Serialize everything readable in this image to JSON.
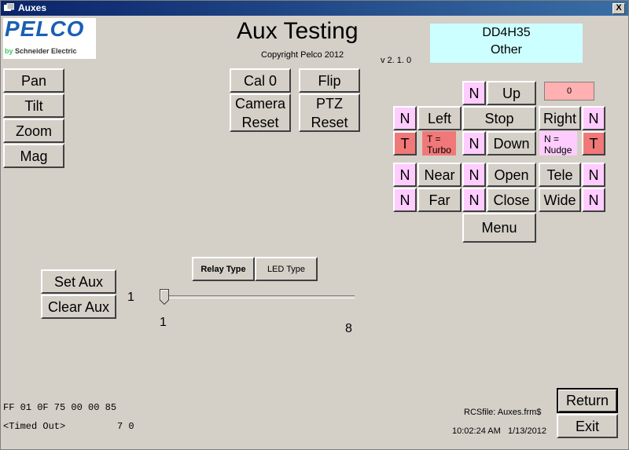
{
  "window": {
    "title": "Auxes",
    "close_glyph": "X"
  },
  "logo": {
    "brand": "PELCO",
    "sub_by": "by",
    "sub_company": "Schneider Electric"
  },
  "header": {
    "title": "Aux Testing",
    "copyright": "Copyright Pelco 2012",
    "version": "v 2. 1. 0"
  },
  "device": {
    "model": "DD4H35",
    "type": "Other",
    "bg_color": "#ccffff"
  },
  "left_buttons": [
    "Pan",
    "Tilt",
    "Zoom",
    "Mag"
  ],
  "center_buttons": {
    "cal0": "Cal 0",
    "flip": "Flip",
    "camera_reset": [
      "Camera",
      "Reset"
    ],
    "ptz_reset": [
      "PTZ",
      "Reset"
    ]
  },
  "ptz": {
    "n": "N",
    "t": "T",
    "up": "Up",
    "left": "Left",
    "stop": "Stop",
    "right": "Right",
    "down": "Down",
    "turbo_note": [
      "T =",
      "Turbo"
    ],
    "nudge_note": [
      "N =",
      "Nudge"
    ],
    "counter": "0",
    "near": "Near",
    "far": "Far",
    "open": "Open",
    "close": "Close",
    "tele": "Tele",
    "wide": "Wide",
    "menu": "Menu"
  },
  "aux": {
    "set": "Set Aux",
    "clear": "Clear Aux",
    "current": "1",
    "relay_type": "Relay Type",
    "led_type": "LED Type",
    "slider_min": "1",
    "slider_max": "8",
    "slider_value": 1
  },
  "status": {
    "hex": "FF 01 0F 75 00 00 85",
    "timeout": "<Timed Out>",
    "timeout_vals": "7 0"
  },
  "footer": {
    "rcsfile": "RCSfile: Auxes.frm$",
    "time": "10:02:24 AM",
    "date": "1/13/2012",
    "return": "Return",
    "exit": "Exit"
  },
  "colors": {
    "pink": "#ffccff",
    "red": "#f07878",
    "salmon": "#ffb0b0",
    "title_bar": "#0a246a",
    "pelco_blue": "#1a5fb4",
    "schneider_green": "#3dcd58"
  }
}
